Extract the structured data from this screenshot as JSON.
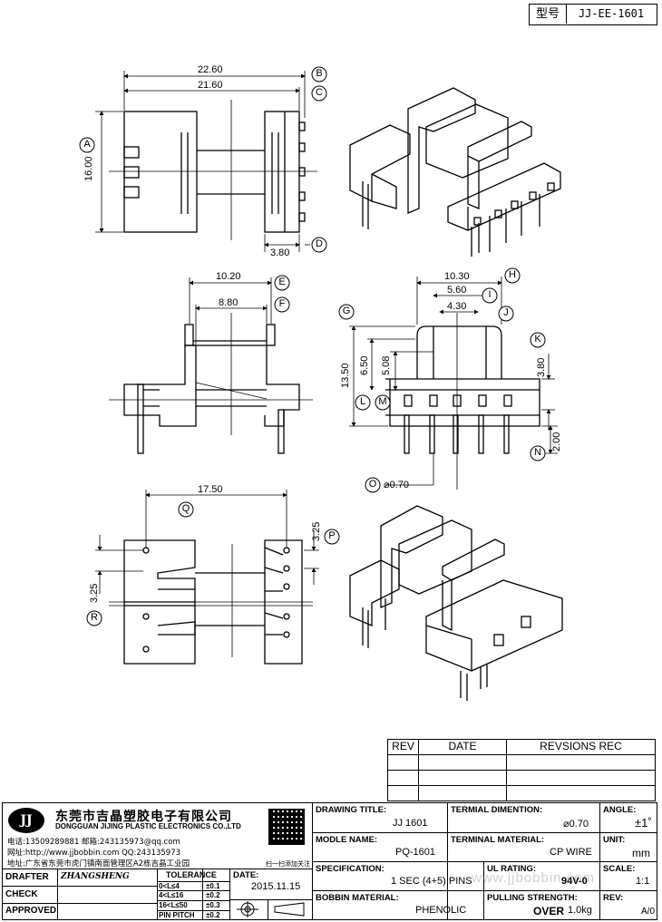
{
  "model_box": {
    "label": "型号",
    "value": "JJ-EE-1601"
  },
  "dims_top": {
    "d1": "22.60",
    "d2": "21.60",
    "d3": "16.00",
    "d4": "3.80"
  },
  "dims_front": {
    "d1": "10.20",
    "d2": "8.80"
  },
  "dims_side": {
    "d1": "10.30",
    "d2": "5.60",
    "d3": "4.30",
    "d4": "13.50",
    "d5": "6.50",
    "d6": "5.08",
    "d7": "3.80",
    "d8": "2.00",
    "d9": "⌀0.70"
  },
  "dims_bottom": {
    "d1": "17.50",
    "d2": "3.25",
    "d3": "3.25"
  },
  "callouts": [
    "A",
    "B",
    "C",
    "D",
    "E",
    "F",
    "G",
    "H",
    "I",
    "J",
    "K",
    "L",
    "M",
    "N",
    "O",
    "P",
    "Q",
    "R"
  ],
  "revision_table": {
    "headers": [
      "REV",
      "DATE",
      "REVSIONS REC"
    ]
  },
  "company": {
    "logo": "JJ",
    "name_cn": "东莞市吉晶塑胶电子有限公司",
    "name_en": "DONGGUAN JIJING PLASTIC ELECTRONICS CO.,LTD",
    "line1": "电话:13509289881   邮箱:243135973@qq.com",
    "line2": "网址:http://www.jjbobbin.com  QQ:243135973",
    "line3": "地址:广东省东莞市虎门镇南面管理区A2栋吉晶工业园",
    "qr_caption": "扫一扫添加关注"
  },
  "title_block": {
    "drawing_title_label": "DRAWING TITLE:",
    "drawing_title": "JJ  1601",
    "terminal_dim_label": "TERMIAL DIMENTION:",
    "terminal_dim": "⌀0.70",
    "angle_label": "ANGLE:",
    "angle": "±1˚",
    "module_name_label": "MODLE NAME:",
    "module_name": "PQ-1601",
    "terminal_mat_label": "TERMINAL MATERIAL:",
    "terminal_mat": "CP WIRE",
    "unit_label": "UNIT:",
    "unit": "mm",
    "spec_label": "SPECIFICATION:",
    "spec": "1 SEC (4+5) PINS",
    "ul_label": "UL RATING:",
    "ul": "94V-0",
    "scale_label": "SCALE:",
    "scale": "1:1",
    "bobbin_mat_label": "BOBBIN  MATERIAL:",
    "bobbin_mat": "PHENOLIC",
    "pull_label": "PULLING STRENGTH:",
    "pull_prefix": "OVER",
    "pull": "1.0kg",
    "rev_label": "REV:",
    "rev": "A/0",
    "drafter_label": "DRAFTER",
    "drafter": "ZHANGSHENG",
    "check_label": "CHECK",
    "approved_label": "APPROVED",
    "tol_label": "TOLERANCE",
    "tol_rows": [
      [
        "0<L≤4",
        "±0.1"
      ],
      [
        "4<L≤16",
        "±0.2"
      ],
      [
        "16<L≤50",
        "±0.3"
      ],
      [
        "PIN PITCH",
        "±0.2"
      ]
    ],
    "date_label": "DATE:",
    "date": "2015.11.15"
  },
  "watermark": "www.jjbobbin.com"
}
